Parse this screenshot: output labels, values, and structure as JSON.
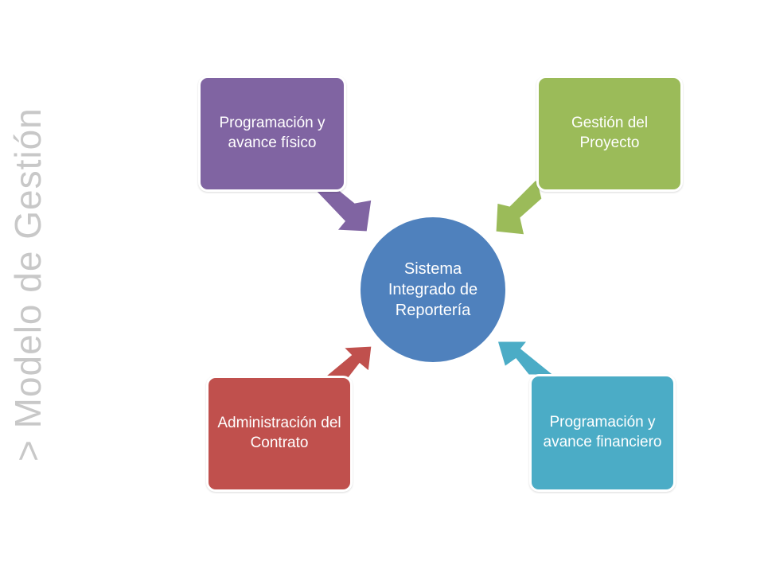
{
  "slide": {
    "title": "> Modelo de Gestión"
  },
  "diagram": {
    "center": {
      "label": "Sistema Integrado de Reportería",
      "color": "#4f81bd"
    },
    "nodes": [
      {
        "id": "top-left",
        "label": "Programación y avance físico",
        "color": "#8064a2"
      },
      {
        "id": "top-right",
        "label": "Gestión del Proyecto",
        "color": "#9bbb59"
      },
      {
        "id": "bottom-left",
        "label": "Administración del Contrato",
        "color": "#c0504d"
      },
      {
        "id": "bottom-right",
        "label": "Programación y avance financiero",
        "color": "#4bacc6"
      }
    ]
  }
}
